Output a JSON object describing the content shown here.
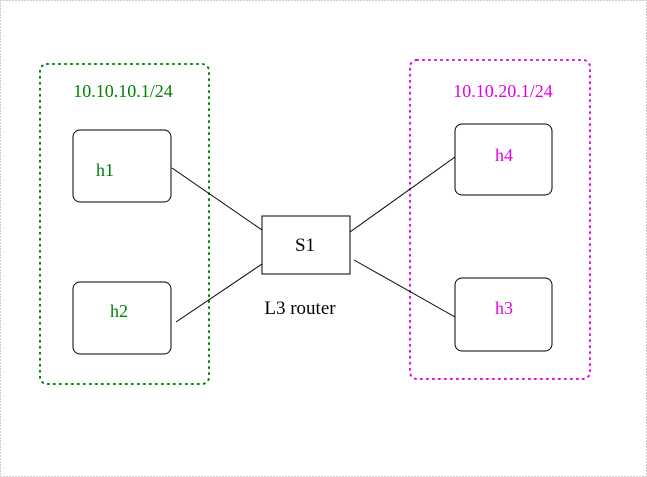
{
  "colors": {
    "left_subnet": "#008000",
    "right_subnet": "#e600e6",
    "line": "#000000",
    "frame": "#9a9a9a"
  },
  "left_subnet": {
    "label": "10.10.10.1/24",
    "hosts": [
      "h1",
      "h2"
    ]
  },
  "right_subnet": {
    "label": "10.10.20.1/24",
    "hosts": [
      "h4",
      "h3"
    ]
  },
  "switch": {
    "label": "S1",
    "caption": "L3 router"
  }
}
